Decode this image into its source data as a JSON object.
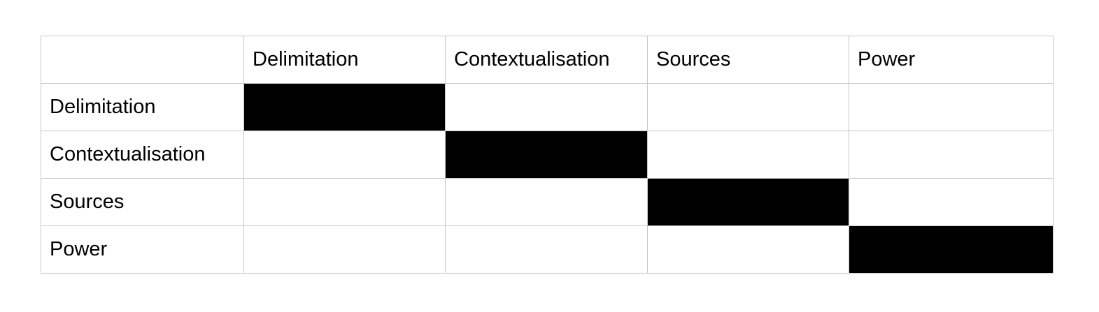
{
  "chart_data": {
    "type": "table",
    "title": "",
    "columns": [
      "",
      "Delimitation",
      "Contextualisation",
      "Sources",
      "Power"
    ],
    "rows": [
      {
        "label": "Delimitation",
        "cells": [
          "filled",
          "",
          "",
          ""
        ]
      },
      {
        "label": "Contextualisation",
        "cells": [
          "",
          "filled",
          "",
          ""
        ]
      },
      {
        "label": "Sources",
        "cells": [
          "",
          "",
          "filled",
          ""
        ]
      },
      {
        "label": "Power",
        "cells": [
          "",
          "",
          "",
          "filled"
        ]
      }
    ],
    "layout": {
      "diagonal_filled": true,
      "grid": "on",
      "corner_cell_empty": true
    }
  },
  "colors": {
    "cell_fill": "#000000",
    "border": "#c8c8c8",
    "background": "#ffffff",
    "text": "#000000"
  }
}
